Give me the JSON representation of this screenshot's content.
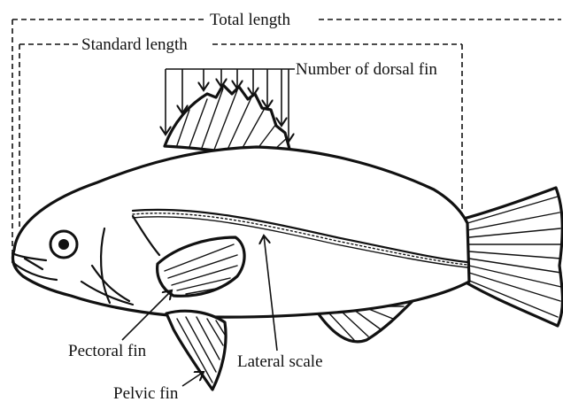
{
  "labels": {
    "total_length": "Total length",
    "standard_length": "Standard length",
    "dorsal_fin_count": "Number of dorsal fin",
    "pectoral_fin": "Pectoral fin",
    "lateral_scale": "Lateral scale",
    "pelvic_fin": "Pelvic fin"
  },
  "colors": {
    "ink": "#111111",
    "background": "#ffffff"
  }
}
